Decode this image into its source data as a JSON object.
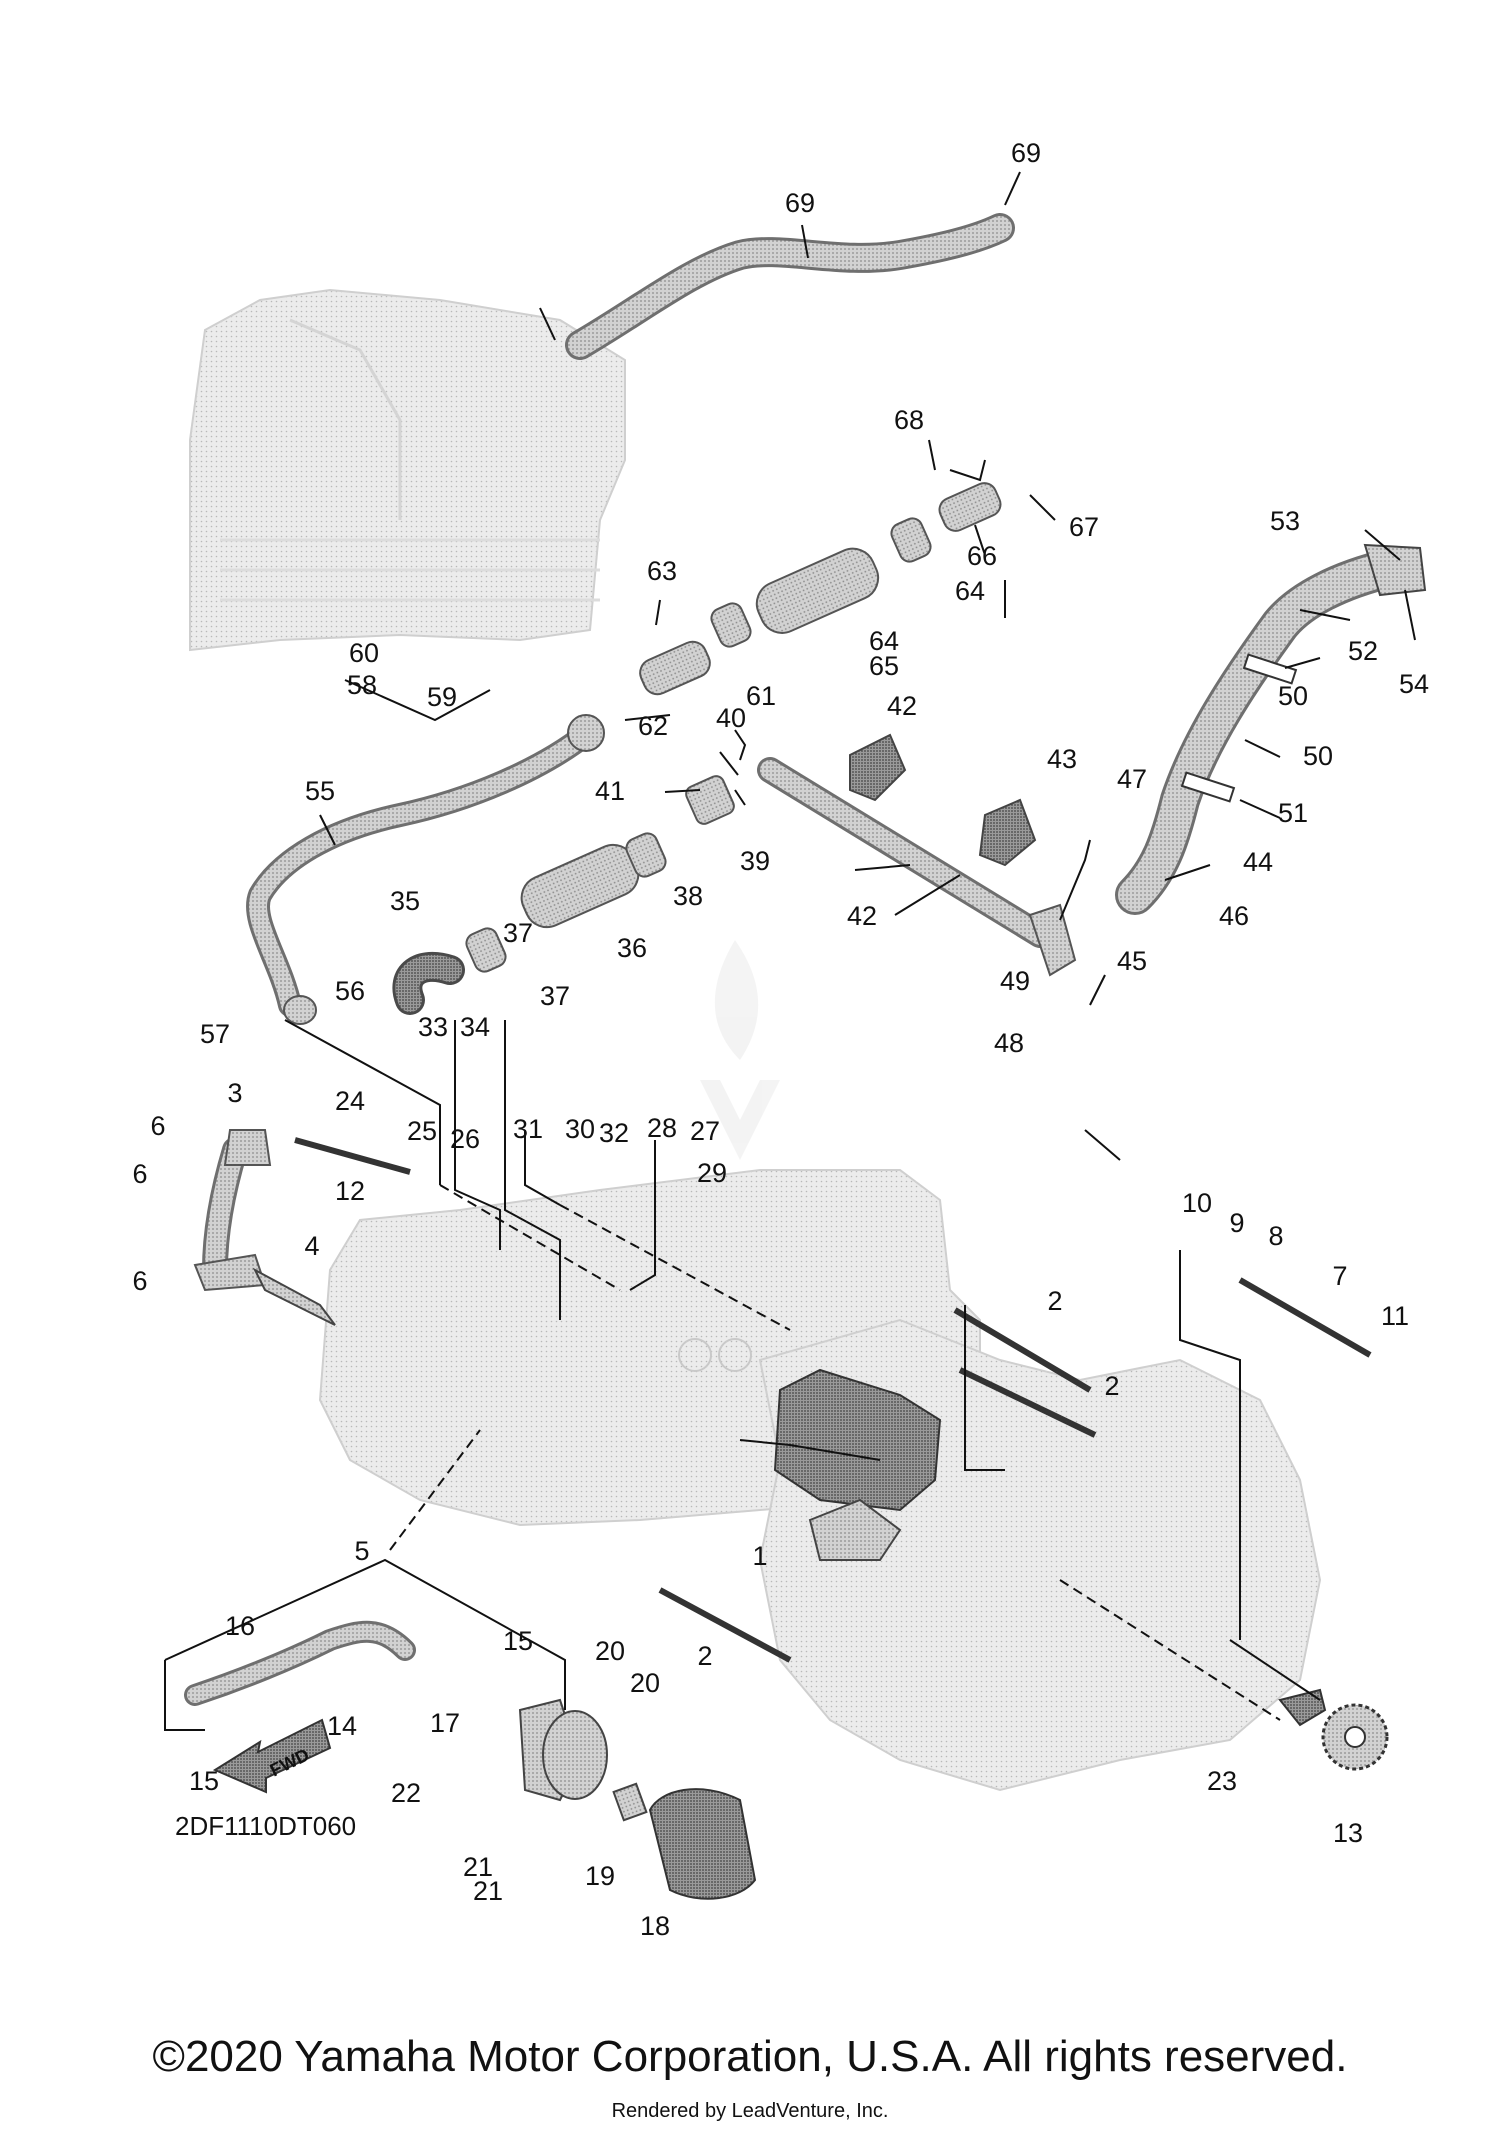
{
  "diagram": {
    "callouts": [
      "1",
      "2",
      "2",
      "2",
      "3",
      "4",
      "5",
      "6",
      "6",
      "6",
      "7",
      "8",
      "9",
      "10",
      "11",
      "12",
      "13",
      "14",
      "15",
      "15",
      "16",
      "17",
      "18",
      "19",
      "20",
      "20",
      "21",
      "21",
      "22",
      "23",
      "24",
      "25",
      "26",
      "27",
      "28",
      "29",
      "30",
      "31",
      "32",
      "33",
      "34",
      "35",
      "36",
      "37",
      "37",
      "38",
      "39",
      "40",
      "41",
      "42",
      "42",
      "43",
      "44",
      "45",
      "46",
      "47",
      "48",
      "49",
      "50",
      "50",
      "51",
      "52",
      "53",
      "54",
      "55",
      "56",
      "57",
      "58",
      "59",
      "60",
      "61",
      "62",
      "63",
      "64",
      "64",
      "65",
      "66",
      "67",
      "68",
      "69",
      "69"
    ],
    "fwd_label": "FWD",
    "diagram_code": "2DF1110DT060"
  },
  "footer": {
    "copyright": "©2020 Yamaha Motor Corporation, U.S.A. All rights reserved.",
    "rendered_by": "Rendered by LeadVenture, Inc."
  }
}
